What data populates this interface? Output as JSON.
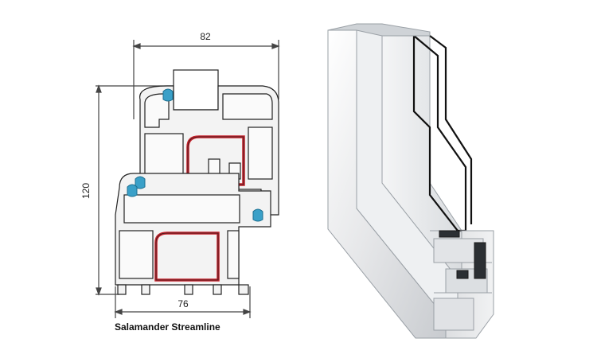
{
  "diagram": {
    "dimensions": {
      "frame_depth": "82",
      "sash_depth": "76",
      "overall_height": "120"
    },
    "caption": "Salamander Streamline",
    "colors": {
      "profile_outline": "#222222",
      "profile_fill": "#f2f2f2",
      "steel_reinforcement": "#c8202a",
      "gasket": "#3aa0c8",
      "dimension_line": "#444444"
    }
  },
  "render": {
    "description_icon": "window-profile-cross-section-icon"
  }
}
